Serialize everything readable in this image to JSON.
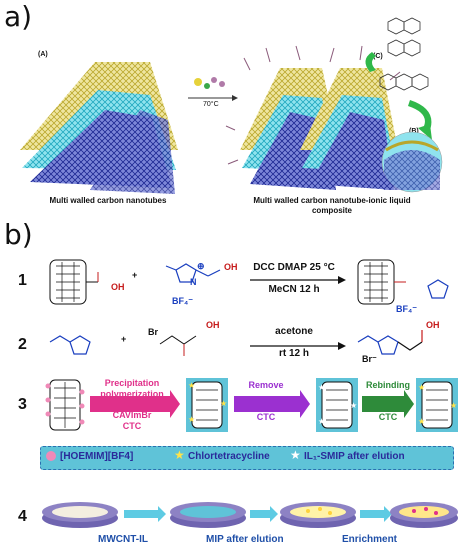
{
  "panel_a": {
    "label": "a)",
    "subA": "(A)",
    "subB": "(B)",
    "subC": "(C)",
    "temp": "70°C",
    "caption_left": "Multi walled carbon nanotubes",
    "caption_right_1": "Multi walled carbon nanotube-ionic liquid",
    "caption_right_2": "composite"
  },
  "panel_b": {
    "label": "b)",
    "step1": {
      "num": "1",
      "oh": "OH",
      "plus": "+",
      "ylium": "⊕",
      "n": "N",
      "bf4": "BF₄⁻",
      "oh2": "OH",
      "cond_top": "DCC DMAP 25 °C",
      "cond_bottom": "MeCN 12 h",
      "prod_bf4": "BF₄⁻"
    },
    "step2": {
      "num": "2",
      "plus": "+",
      "br": "Br",
      "oh": "OH",
      "cond_top": "acetone",
      "cond_bottom": "rt 12 h",
      "br_minus": "Br⁻",
      "oh2": "OH"
    },
    "step3": {
      "num": "3",
      "arrow1_l1": "Precipitation",
      "arrow1_l2": "polymerization",
      "arrow1_l3": "CAVImBr",
      "arrow1_l4": "CTC",
      "arrow2_l1": "Remove",
      "arrow2_l2": "CTC",
      "arrow3_l1": "Rebinding",
      "arrow3_l2": "CTC",
      "color1": "#e0308a",
      "color2": "#9b30d0",
      "color3": "#2e8b3a"
    },
    "legend": {
      "item1": "[HOEMIM][BF4]",
      "item2": "Chlortetracycline",
      "item3": "IL₁-SMIP after elution"
    },
    "step4": {
      "num": "4",
      "label1": "MWCNT-IL",
      "label2": "MIP after elution",
      "label3": "Enrichment"
    }
  },
  "colors": {
    "tube_yellow": "#c8b53a",
    "tube_cyan": "#34c8d8",
    "tube_blue": "#1f2f9a",
    "arrow_green": "#2fb84a",
    "disk_purple": "#8d82c4",
    "legend_bg": "#5fc3d8"
  }
}
